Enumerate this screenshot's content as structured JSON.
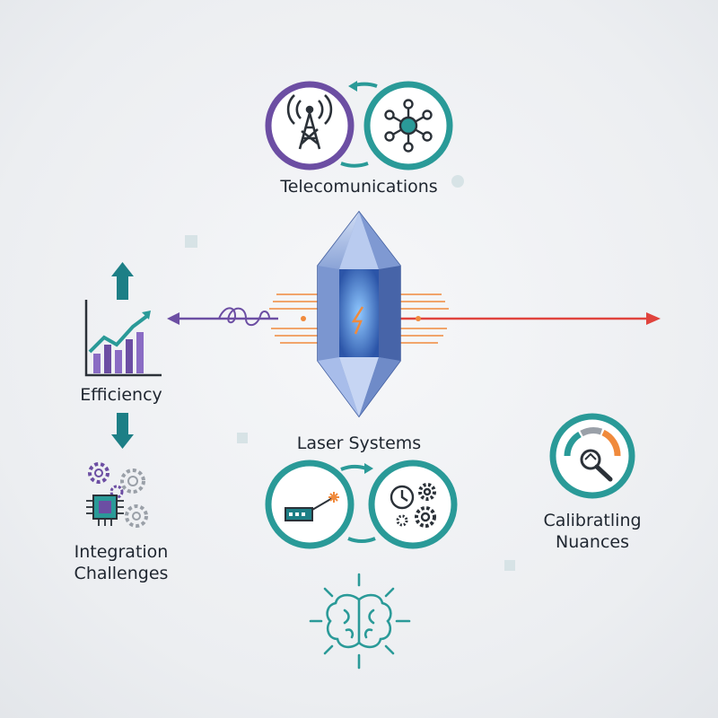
{
  "labels": {
    "telecom": "Telecomunications",
    "laser": "Laser Systems",
    "efficiency": "Efficiency",
    "integration": [
      "Integration",
      "Challenges"
    ],
    "calibration": [
      "Calibratling",
      "Nuances"
    ]
  },
  "icons": {
    "telecom_tower": "radio-tower-icon",
    "network": "network-hub-icon",
    "laser_device": "laser-device-icon",
    "gears": "gears-clock-icon",
    "efficiency_chart": "growth-chart-icon",
    "integration": "chip-gears-icon",
    "calibration": "gauge-wrench-icon",
    "brain": "brain-icon",
    "crystal": "crystal-icon"
  },
  "colors": {
    "teal": "#2a9a98",
    "purple": "#6c4ea3",
    "red": "#e0433d",
    "orange": "#f08a3c",
    "crystal": "#5a7bc0",
    "text": "#1f2630"
  }
}
